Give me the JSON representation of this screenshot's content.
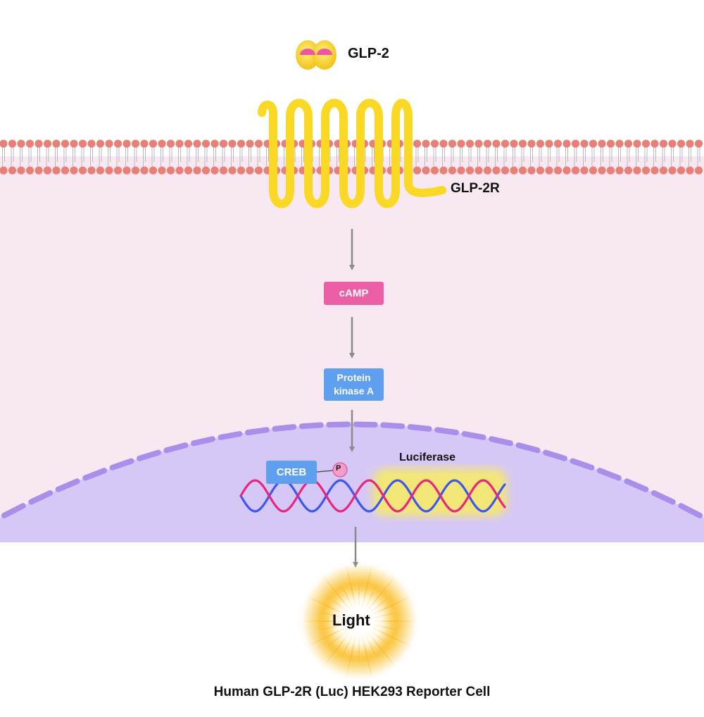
{
  "diagram": {
    "ligand_label": "GLP-2",
    "receptor_label": "GLP-2R",
    "camp_label": "cAMP",
    "pka_label": "Protein\nkinase A",
    "creb_label": "CREB",
    "phospho_label": "P",
    "luciferase_label": "Luciferase",
    "light_label": "Light",
    "caption": "Human GLP-2R (Luc) HEK293 Reporter Cell"
  },
  "colors": {
    "cytoplasm": "#f8e8f2",
    "nucleus": "#d6c8f6",
    "membrane_head": "#e98078",
    "receptor": "#f9d925",
    "camp_box": "#ec5ea6",
    "pka_box": "#5e9ff0",
    "creb_box": "#5e9ff0",
    "arrow": "#8a8a8a",
    "dna_pink": "#e8267e",
    "dna_blue": "#3c56f0",
    "light_glow": "#f7b51f"
  }
}
